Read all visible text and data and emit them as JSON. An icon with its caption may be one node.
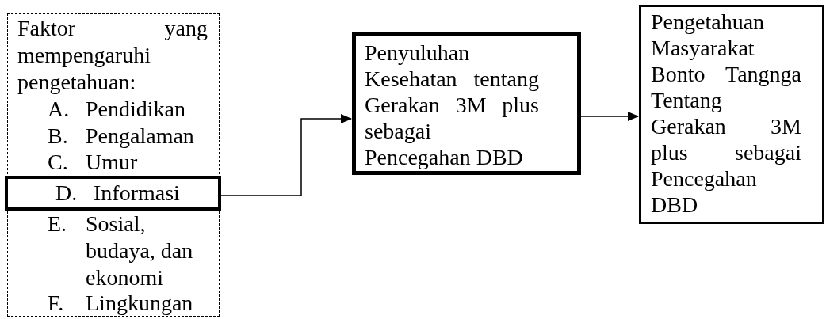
{
  "diagram": {
    "nodes": [
      {
        "text": [
          "Faktor yang mempengaruhi pengetahuan:",
          "A. Pendidikan",
          "B. Pengalaman",
          "C. Umur",
          "E. Sosial, budaya, dan ekonomi",
          "F. Lingkungan"
        ]
      },
      {
        "text": [
          "D. Informasi"
        ],
        "in": 0
      },
      {
        "text": [
          "Penyuluhan Kesehatan tentang Gerakan 3M plus sebagai Pencegahan DBD"
        ]
      },
      {
        "text": [
          "Pengetahuan Masyarakat Bonto Tangnga Tentang Gerakan 3M plus sebagai Pencegahan DBD"
        ]
      }
    ],
    "edges": [
      {
        "from": 1,
        "to": 2,
        "arrow": "to"
      },
      {
        "from": 2,
        "to": 3,
        "arrow": "to"
      }
    ]
  }
}
